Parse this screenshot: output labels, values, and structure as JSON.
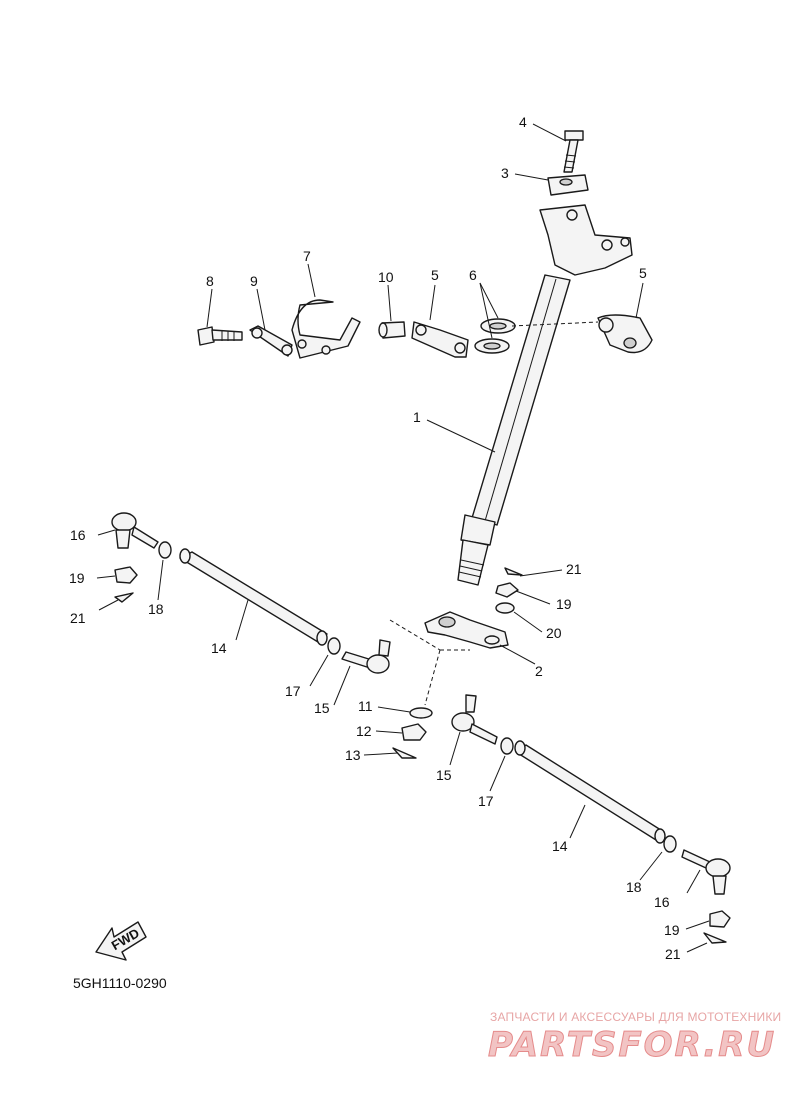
{
  "diagram": {
    "callouts": {
      "c1": "1",
      "c2": "2",
      "c3": "3",
      "c4": "4",
      "c5a": "5",
      "c5b": "5",
      "c6": "6",
      "c7": "7",
      "c8": "8",
      "c9": "9",
      "c10": "10",
      "c11": "11",
      "c12": "12",
      "c13": "13",
      "c14a": "14",
      "c14b": "14",
      "c15a": "15",
      "c15b": "15",
      "c16a": "16",
      "c16b": "16",
      "c17a": "17",
      "c17b": "17",
      "c18a": "18",
      "c18b": "18",
      "c19a": "19",
      "c19b": "19",
      "c19c": "19",
      "c20": "20",
      "c21a": "21",
      "c21b": "21",
      "c21c": "21"
    },
    "fwd_label": "FWD",
    "diagram_code": "5GH1110-0290"
  },
  "watermark": {
    "caption": "ЗАПЧАСТИ И АКСЕССУАРЫ ДЛЯ МОТОТЕХНИКИ",
    "brand": "PARTSFOR.RU",
    "color": "#e58b8b"
  }
}
